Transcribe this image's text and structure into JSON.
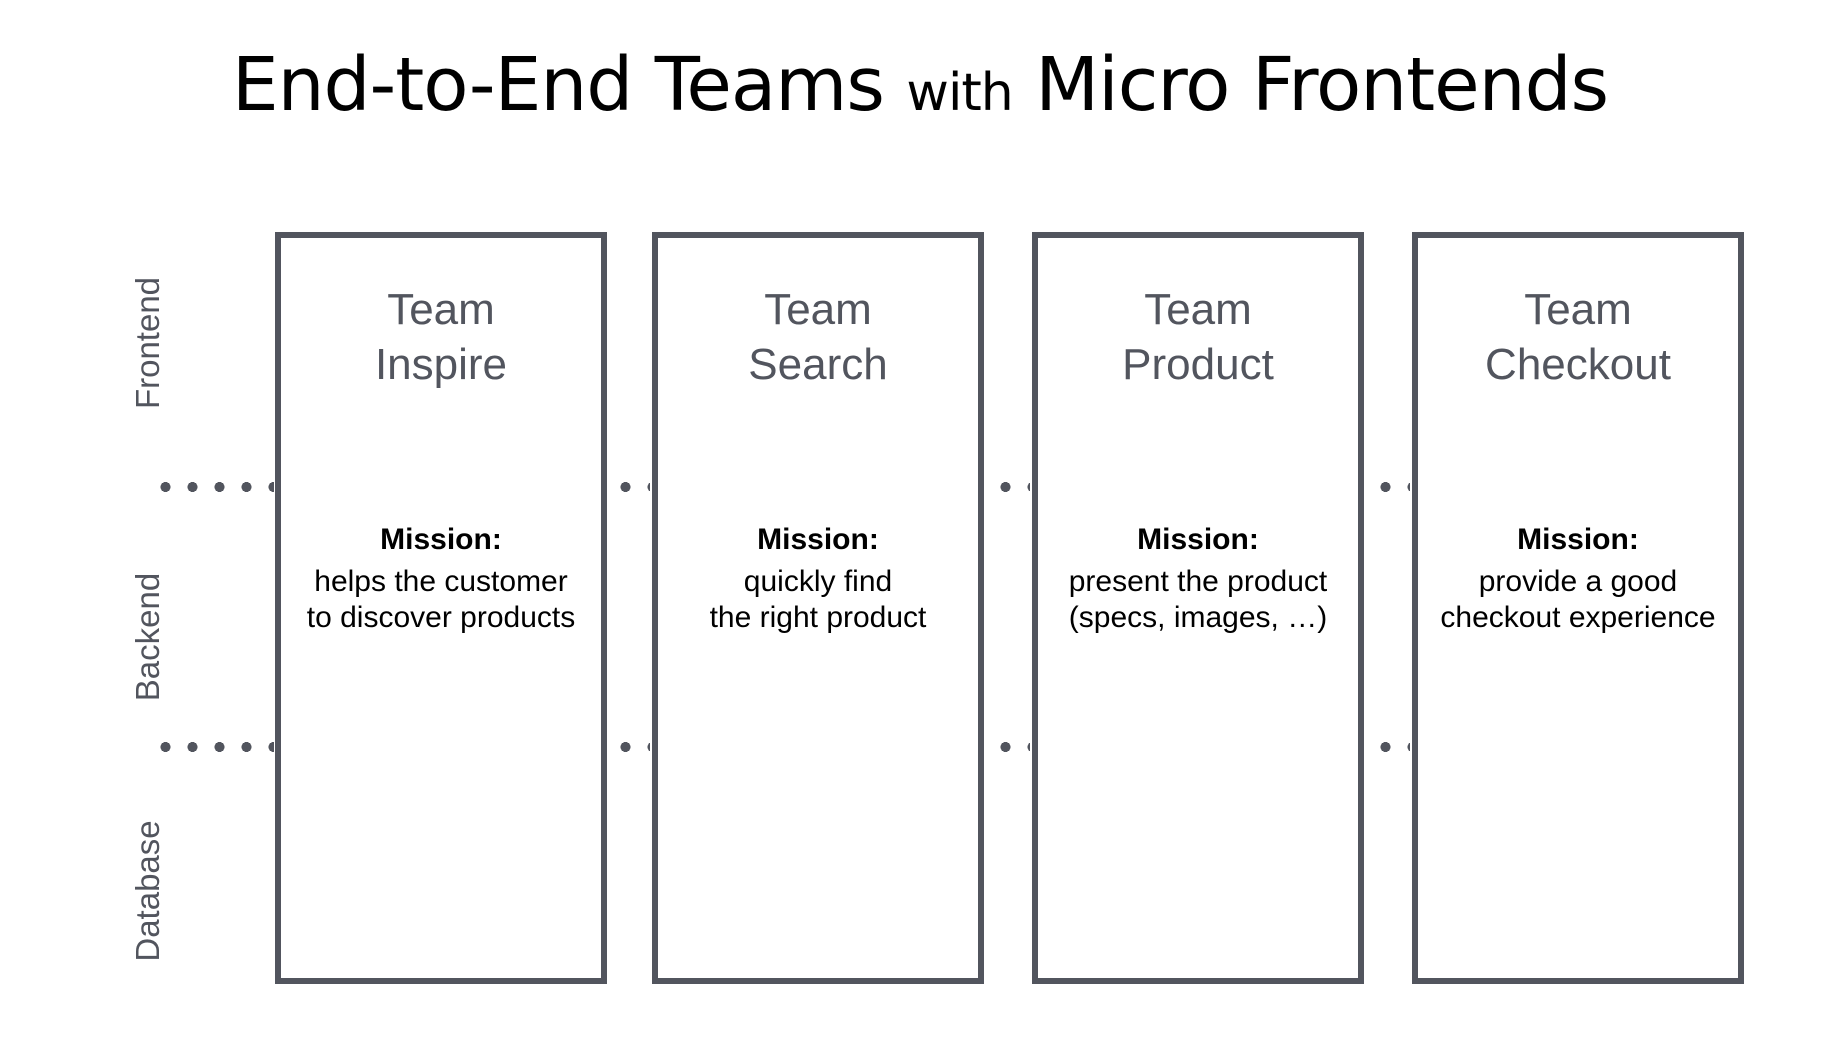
{
  "title": {
    "part1": "End-to-End Teams",
    "part2": "with",
    "part3": "Micro Frontends"
  },
  "colors": {
    "stroke": "#52555e",
    "text_dark": "#000000",
    "background": "#ffffff"
  },
  "layers": [
    {
      "label": "Frontend"
    },
    {
      "label": "Backend"
    },
    {
      "label": "Database"
    }
  ],
  "mission_heading": "Mission:",
  "teams": [
    {
      "title_line1": "Team",
      "title_line2": "Inspire",
      "mission_line1": "helps the customer",
      "mission_line2": "to discover products"
    },
    {
      "title_line1": "Team",
      "title_line2": "Search",
      "mission_line1": "quickly find",
      "mission_line2": "the right product"
    },
    {
      "title_line1": "Team",
      "title_line2": "Product",
      "mission_line1": "present the product",
      "mission_line2": "(specs, images, …)"
    },
    {
      "title_line1": "Team",
      "title_line2": "Checkout",
      "mission_line1": "provide a good",
      "mission_line2": "checkout experience"
    }
  ]
}
